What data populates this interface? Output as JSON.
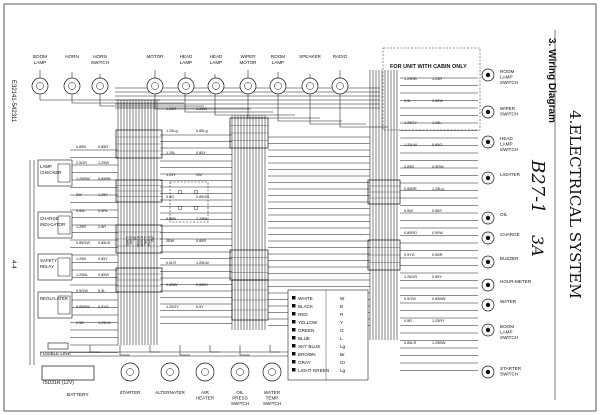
{
  "doc": {
    "doc_id_left": "E32141-542311",
    "page_number_left": "4-4",
    "section_title": "3. Wiring Diagram",
    "chapter_title": "4.ELECTRICAL SYSTEM",
    "handwritten_note": "B27-1",
    "handwritten_note_2": "3A",
    "cabin_note": "FOR UNIT WITH CABIN ONLY"
  },
  "top_components": [
    {
      "id": "boom-lamp",
      "label": "BOOM LAMP"
    },
    {
      "id": "horn",
      "label": "HORN"
    },
    {
      "id": "horn-switch",
      "label": "HORN SWITCH"
    },
    {
      "id": "motor",
      "label": "MOTOR"
    },
    {
      "id": "head-lamp-1",
      "label": "HEAD LAMP"
    },
    {
      "id": "head-lamp-2",
      "label": "HEAD LAMP"
    },
    {
      "id": "wiper-motor",
      "label": "WIPER MOTOR"
    },
    {
      "id": "room-lamp",
      "label": "ROOM LAMP"
    },
    {
      "id": "speaker",
      "label": "SPEAKER"
    },
    {
      "id": "radio",
      "label": "RADIO"
    }
  ],
  "left_components": [
    {
      "id": "lamp-checker",
      "label": "LAMP CHECKER"
    },
    {
      "id": "charge-indicator",
      "label": "CHARGE INDI-CATOR"
    },
    {
      "id": "safety-relay",
      "label": "SAFETY RELAY"
    },
    {
      "id": "regulater",
      "label": "REGU-LATER"
    }
  ],
  "right_components": [
    {
      "id": "room-lamp-switch",
      "label": "ROOM LAMP SWITCH"
    },
    {
      "id": "wiper-switch",
      "label": "WIPER SWITCH"
    },
    {
      "id": "head-lamp-switch",
      "label": "HEAD LAMP SWITCH"
    },
    {
      "id": "lighter",
      "label": "LIGHTER"
    },
    {
      "id": "oil",
      "label": "OIL"
    },
    {
      "id": "charge",
      "label": "CHARGE"
    },
    {
      "id": "buzzer",
      "label": "BUZZER"
    },
    {
      "id": "hour-meter",
      "label": "HOUR-METER"
    },
    {
      "id": "water",
      "label": "WATER"
    },
    {
      "id": "boom-lamp-switch",
      "label": "BOOM LAMP SWITCH"
    },
    {
      "id": "starter-switch",
      "label": "STARTER SWITCH"
    }
  ],
  "bottom_components": [
    {
      "id": "fusible-link",
      "label": "FUSIBLE LINK"
    },
    {
      "id": "battery",
      "label": "BATTERY"
    },
    {
      "id": "starter",
      "label": "STARTER"
    },
    {
      "id": "alternater",
      "label": "ALTERNATER"
    },
    {
      "id": "air-heater",
      "label": "AIR HEATER"
    },
    {
      "id": "oil-press-switch",
      "label": "OIL PRESS SWITCH"
    },
    {
      "id": "water-temp-switch",
      "label": "WATER TEMP SWITCH"
    }
  ],
  "battery_spec": "75D31R (12V)",
  "color_legend": [
    {
      "code": "W",
      "name": "WHITE"
    },
    {
      "code": "B",
      "name": "BLACK"
    },
    {
      "code": "R",
      "name": "RED"
    },
    {
      "code": "Y",
      "name": "YELLOW"
    },
    {
      "code": "G",
      "name": "GREEN"
    },
    {
      "code": "L",
      "name": "BLUE"
    },
    {
      "code": "Lg",
      "name": "SKY BLUE"
    },
    {
      "code": "Br",
      "name": "BROWN"
    },
    {
      "code": "Gr",
      "name": "GRAY"
    },
    {
      "code": "Lg",
      "name": "LIGHT GREEN"
    }
  ],
  "wire_labels_left": [
    "0.85B",
    "0.85R",
    "2.5GR",
    "1.25W",
    "1.25RW",
    "0.85BR",
    "2W",
    "1.25Y",
    "0.85L",
    "0.5RL",
    "1.25R",
    "2.5R",
    "0.85GW",
    "0.85LB",
    "1.25B",
    "0.85Y",
    "1.25BL",
    "0.85W",
    "0.5GW",
    "0.5L",
    "0.85RW",
    "0.5YG",
    "2.5B",
    "1.25LW"
  ],
  "wire_labels_mid": [
    "1.25R",
    "1.25W",
    "1.25Lg",
    "0.85Lg",
    "1.25L",
    "0.85Y",
    "1.25Y",
    "2W",
    "0.5G",
    "0.85GR",
    "0.85B",
    "1.25BL",
    "2BW",
    "0.85R",
    "0.5LR",
    "1.25LW",
    "0.5BW",
    "0.85BY",
    "1.25GY",
    "0.5Y"
  ],
  "wire_labels_right": [
    "1.25RB",
    "1.25R",
    "0.5L",
    "0.85W",
    "1.25GY",
    "1.25L",
    "1.25LW",
    "0.85G",
    "0.85B",
    "0.5RW",
    "0.85BR",
    "1.25Lg",
    "0.5W",
    "0.5BY",
    "0.85RG",
    "0.50W",
    "0.5YG",
    "0.5BR",
    "1.25GR",
    "0.85Y",
    "0.5GW",
    "0.85BW",
    "0.5R",
    "1.25RY",
    "0.85LR",
    "1.25BW"
  ],
  "wire_labels_vert": [
    "1.25B",
    "3.0R",
    "2B",
    "0.85W",
    "0.5BR",
    "1.25L",
    "0.85R",
    "2W"
  ]
}
